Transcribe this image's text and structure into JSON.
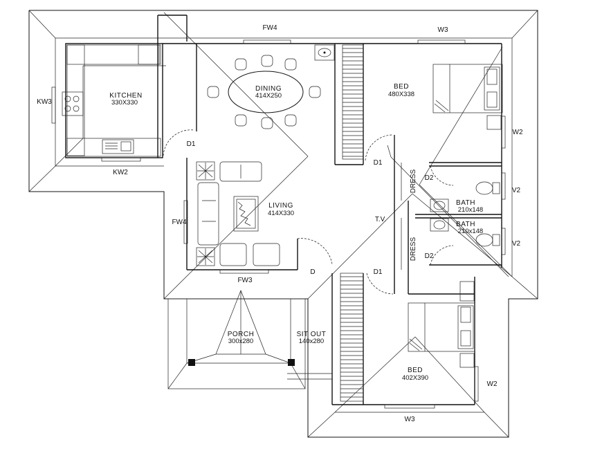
{
  "rooms": {
    "kitchen": {
      "name": "KITCHEN",
      "size": "330X330"
    },
    "dining": {
      "name": "DINING",
      "size": "414X250"
    },
    "living": {
      "name": "LIVING",
      "size": "414X330"
    },
    "bed1": {
      "name": "BED",
      "size": "480X338"
    },
    "bath1": {
      "name": "BATH",
      "size": "210x148"
    },
    "bath2": {
      "name": "BATH",
      "size": "210x148"
    },
    "porch": {
      "name": "PORCH",
      "size": "300x280"
    },
    "sitout": {
      "name": "SIT OUT",
      "size": "140x280"
    },
    "bed2": {
      "name": "BED",
      "size": "402X390"
    }
  },
  "labels": {
    "fw4_top": "FW4",
    "w3_top": "W3",
    "kw3": "KW3",
    "kw2": "KW2",
    "fw4_left": "FW4",
    "fw3": "FW3",
    "w2_bed1": "W2",
    "v2_a": "V2",
    "v2_b": "V2",
    "w2_bed2": "W2",
    "w3_bottom": "W3",
    "d1_kitchen": "D1",
    "d1_bed1": "D1",
    "d1_bed2": "D1",
    "d2_a": "D2",
    "d2_b": "D2",
    "d_main": "D",
    "tv": "T.V.",
    "dress_a": "DRESS",
    "dress_b": "DRESS"
  }
}
